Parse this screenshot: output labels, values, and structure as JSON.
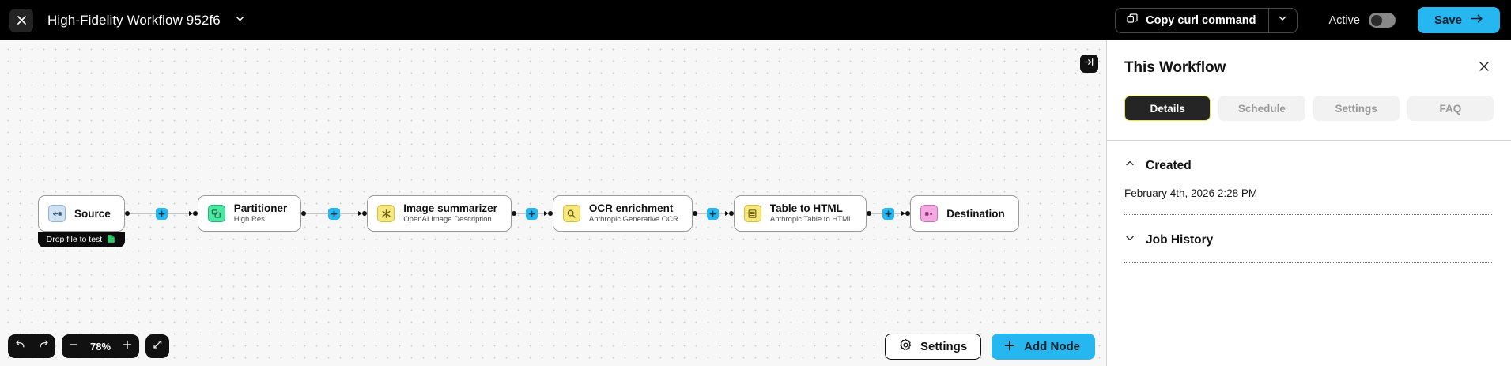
{
  "topbar": {
    "close_icon": "close-icon",
    "title": "High-Fidelity Workflow 952f6",
    "title_caret_icon": "chevron-down-icon",
    "curl_icon": "copy-icon",
    "curl_label": "Copy curl command",
    "curl_caret_icon": "chevron-down-icon",
    "active_label": "Active",
    "active_state": "off",
    "save_label": "Save",
    "save_icon": "arrow-right-icon",
    "accent_cyan": "#26b6f0",
    "bar_bg": "#000000"
  },
  "canvas": {
    "collapse_icon": "arrow-to-line-right-icon",
    "zoom_level": "78%",
    "undo_icon": "undo-arrow-icon",
    "redo_icon": "redo-arrow-icon",
    "zoom_out_icon": "minus-icon",
    "zoom_in_icon": "plus-icon",
    "fit_view_icon": "fit-to-screen-icon",
    "settings_label": "Settings",
    "settings_icon": "gear-icon",
    "add_node_label": "Add Node",
    "add_node_icon": "plus-icon",
    "nodes": [
      {
        "title": "Source",
        "subtitle": "",
        "icon": "source-node-icon",
        "icon_color": "#cfe2f3",
        "footer": "Drop file to test",
        "footer_icon": "document-green-icon"
      },
      {
        "title": "Partitioner",
        "subtitle": "High Res",
        "icon": "partitioner-node-icon",
        "icon_color": "#4ee6a0",
        "footer": "",
        "footer_icon": ""
      },
      {
        "title": "Image summarizer",
        "subtitle": "OpenAI Image Description",
        "icon": "image-summarizer-node-icon",
        "icon_color": "#f6e87f",
        "footer": "",
        "footer_icon": ""
      },
      {
        "title": "OCR enrichment",
        "subtitle": "Anthropic Generative OCR",
        "icon": "ocr-node-icon",
        "icon_color": "#f6e87f",
        "footer": "",
        "footer_icon": ""
      },
      {
        "title": "Table to HTML",
        "subtitle": "Anthropic Table to HTML",
        "icon": "table-to-html-node-icon",
        "icon_color": "#f6e87f",
        "footer": "",
        "footer_icon": ""
      },
      {
        "title": "Destination",
        "subtitle": "",
        "icon": "destination-node-icon",
        "icon_color": "#f3a9e0",
        "footer": "",
        "footer_icon": ""
      }
    ]
  },
  "panel": {
    "title": "This Workflow",
    "close_icon": "close-icon",
    "tabs": [
      {
        "label": "Details",
        "active": true
      },
      {
        "label": "Schedule",
        "active": false
      },
      {
        "label": "Settings",
        "active": false
      },
      {
        "label": "FAQ",
        "active": false
      }
    ],
    "sections": [
      {
        "title": "Created",
        "chevron": "chevron-up-icon",
        "expanded": true,
        "value": "February 4th, 2026 2:28 PM"
      },
      {
        "title": "Job History",
        "chevron": "chevron-down-icon",
        "expanded": false,
        "value": ""
      }
    ]
  }
}
